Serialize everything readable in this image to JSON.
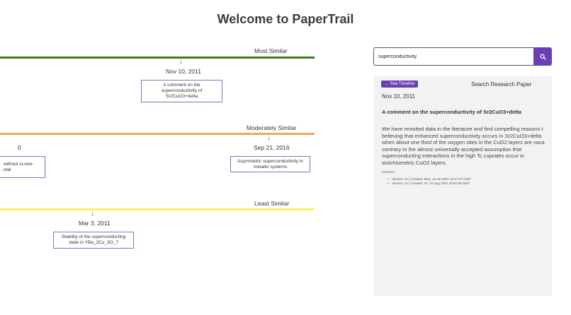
{
  "page": {
    "title": "Welcome to PaperTrail"
  },
  "timeline": {
    "sections": [
      {
        "label": "Most Similar",
        "color": "#3a7d1f",
        "items": [
          {
            "date": "Nov 10, 2011",
            "title": "A comment on the superconductivity of Sr2CuO3+delta"
          }
        ]
      },
      {
        "label": "Moderately Similar",
        "color": "#f0aa4c",
        "items": [
          {
            "date": "0",
            "title": "without si-one- etal"
          },
          {
            "date": "Sep 21, 2016",
            "title": "Asymmetric superconductivity in metallic systems"
          }
        ]
      },
      {
        "label": "Least Similar",
        "color": "#f7f26a",
        "items": [
          {
            "date": "Mar 3, 2011",
            "title": "Stability of the superconducting state in YBa_2Cu_3O_7"
          }
        ]
      }
    ]
  },
  "search": {
    "value": "superconductivity",
    "button_icon": "search-icon"
  },
  "detail": {
    "back_label": "← See Timeline",
    "heading": "Search Research Paper",
    "date": "Nov 10, 2011",
    "title": "A comment on the superconductivity of Sr2CuO3+delta",
    "abstract": "We have revisited data in the literature and find compelling reasons t believing that enhanced superconductivity occurs in Sr2CuO3+delta when about one third of the oxygen sites in the CuO2 layers are vaca contrary to the almost universally accepted assumption that superconducting interactions in the high Tc cuprates occur in stoichiometric CuO2 layers.",
    "versions_label": "Versions:",
    "versions": [
      "Version: v1 | Created: Mon, 23 Jul 2007 10:17:27 GMT",
      "Version: v2 | Created: Fri, 10 Aug 2007 10:51:06 GMT"
    ]
  },
  "colors": {
    "accent": "#6a3fb5",
    "box_border": "#7777bb"
  }
}
